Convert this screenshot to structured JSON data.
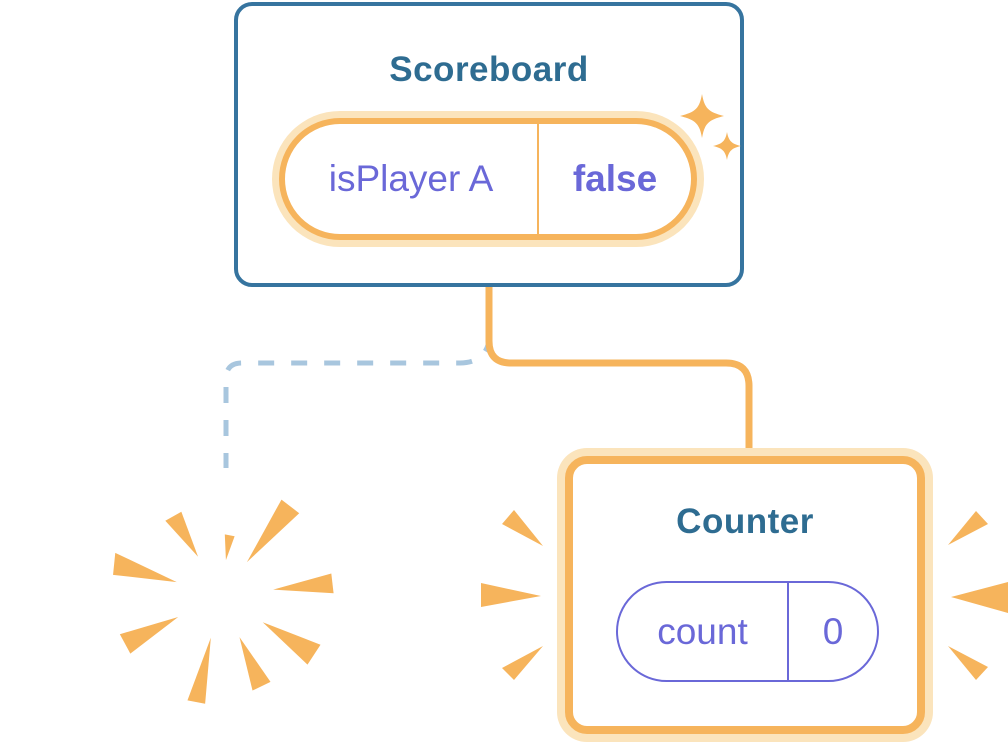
{
  "diagram": {
    "description": "Component tree state diagram: Scoreboard keeps state while a child is destroyed (poof) and a new Counter is created with fresh state"
  },
  "scoreboard": {
    "title": "Scoreboard",
    "state_pill": {
      "key": "isPlayer A",
      "value": "false"
    }
  },
  "counter": {
    "title": "Counter",
    "state_pill": {
      "key": "count",
      "value": "0"
    }
  },
  "decorations": {
    "sparkles": "two four-point sparkle stars marking preserved state",
    "poof": "nine orange burst rays marking destroyed component",
    "emphasis_rays": "six orange dash rays emphasizing newly created Counter"
  },
  "colors": {
    "card_border_blue": "#36749F",
    "title_teal": "#2E6C91",
    "accent_orange": "#F6B45C",
    "accent_orange_halo": "#FBE4BC",
    "state_purple": "#6A68D8",
    "dashed_line_blue": "#A8C6DE",
    "card_background": "#FFFFFF"
  },
  "connectors": {
    "solid_orange": "parent to new Counter instance",
    "dashed_blue": "parent to removed (poofed) child"
  }
}
